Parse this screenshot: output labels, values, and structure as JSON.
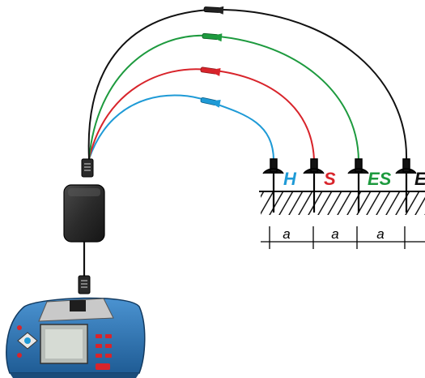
{
  "colors": {
    "background": "#ffffff",
    "wire_H": "#1e9ad6",
    "wire_S": "#d8242b",
    "wire_ES": "#1d9a3e",
    "wire_E": "#111111",
    "ground_hatch": "#000000",
    "instrument_body": "#2f78b8",
    "adapter_body": "#2b2b2b"
  },
  "probes": [
    {
      "label": "H",
      "color": "#1e9ad6"
    },
    {
      "label": "S",
      "color": "#d8242b"
    },
    {
      "label": "ES",
      "color": "#1d9a3e"
    },
    {
      "label": "E",
      "color": "#111111"
    }
  ],
  "spacing_labels": [
    "a",
    "a",
    "a"
  ],
  "icons": {
    "instrument": "multifunction-tester-icon",
    "adapter": "earth-test-adapter-icon",
    "connector": "rj-plug-icon",
    "clip": "crocodile-clip-icon"
  }
}
